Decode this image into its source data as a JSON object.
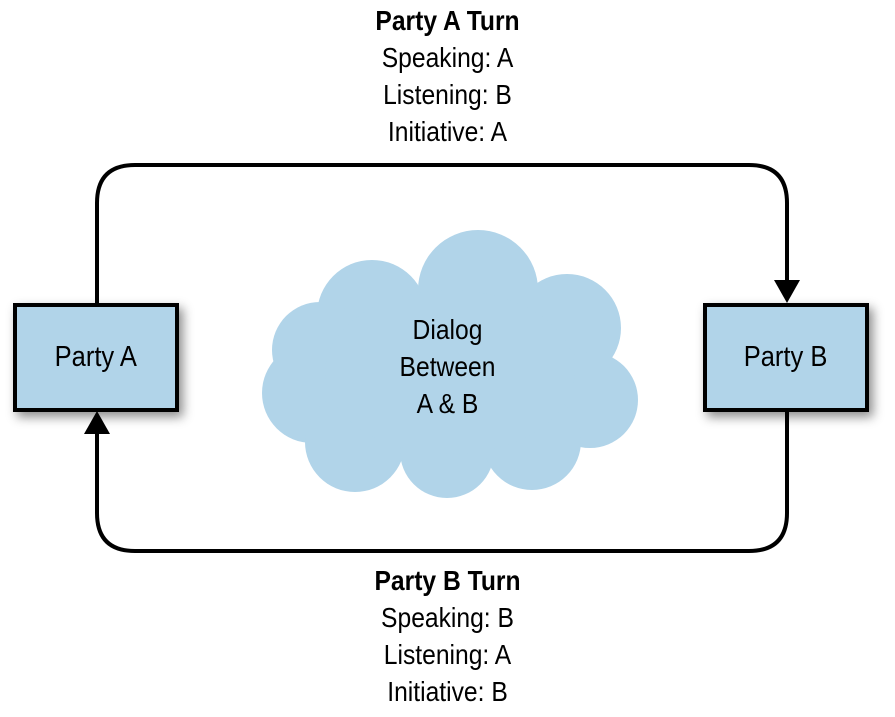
{
  "colors": {
    "light_blue": "#B1D4E9",
    "line": "#000000",
    "text": "#000000"
  },
  "top_label": {
    "title": "Party A Turn",
    "lines": [
      "Speaking: A",
      "Listening: B",
      "Initiative: A"
    ]
  },
  "bottom_label": {
    "title": "Party B Turn",
    "lines": [
      "Speaking: B",
      "Listening: A",
      "Initiative: B"
    ]
  },
  "party_a": {
    "label": "Party A"
  },
  "party_b": {
    "label": "Party B"
  },
  "cloud": {
    "lines": [
      "Dialog",
      "Between",
      "A & B"
    ]
  }
}
